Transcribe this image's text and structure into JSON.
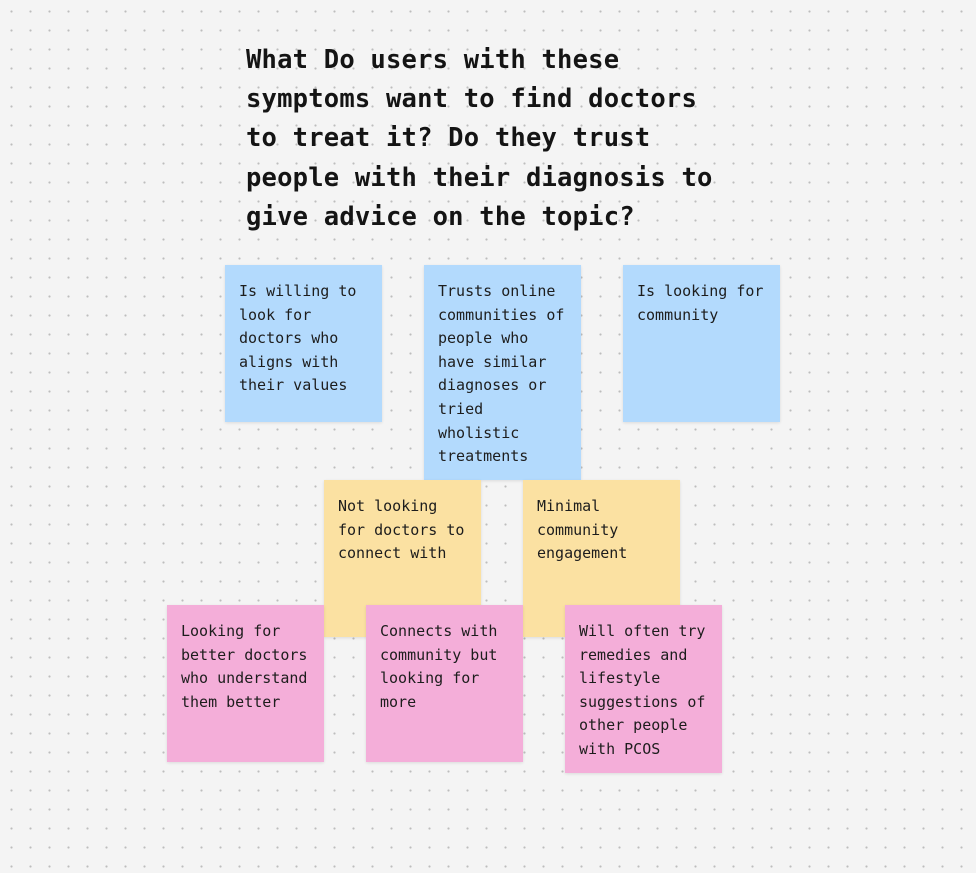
{
  "board": {
    "question": "What Do users with these symptoms want to find doctors to treat it? Do they trust people with their diagnosis to give advice on the topic?"
  },
  "colors": {
    "blue_note": "#b3dafd",
    "yellow_note": "#fbe1a2",
    "pink_note": "#f4aed9",
    "canvas_background": "#f4f4f4"
  },
  "notes": [
    {
      "color": "blue",
      "text": "Is willing to look for doctors who aligns with their values"
    },
    {
      "color": "blue",
      "text": "Trusts online communities of people who have similar diagnoses or tried wholistic treatments"
    },
    {
      "color": "blue",
      "text": "Is looking for community"
    },
    {
      "color": "yellow",
      "text": "Not looking for doctors to connect with"
    },
    {
      "color": "yellow",
      "text": "Minimal community engagement"
    },
    {
      "color": "pink",
      "text": "Looking for better doctors who understand them better"
    },
    {
      "color": "pink",
      "text": "Connects with community but looking for more"
    },
    {
      "color": "pink",
      "text": "Will often try remedies and lifestyle suggestions of other people with PCOS"
    }
  ]
}
